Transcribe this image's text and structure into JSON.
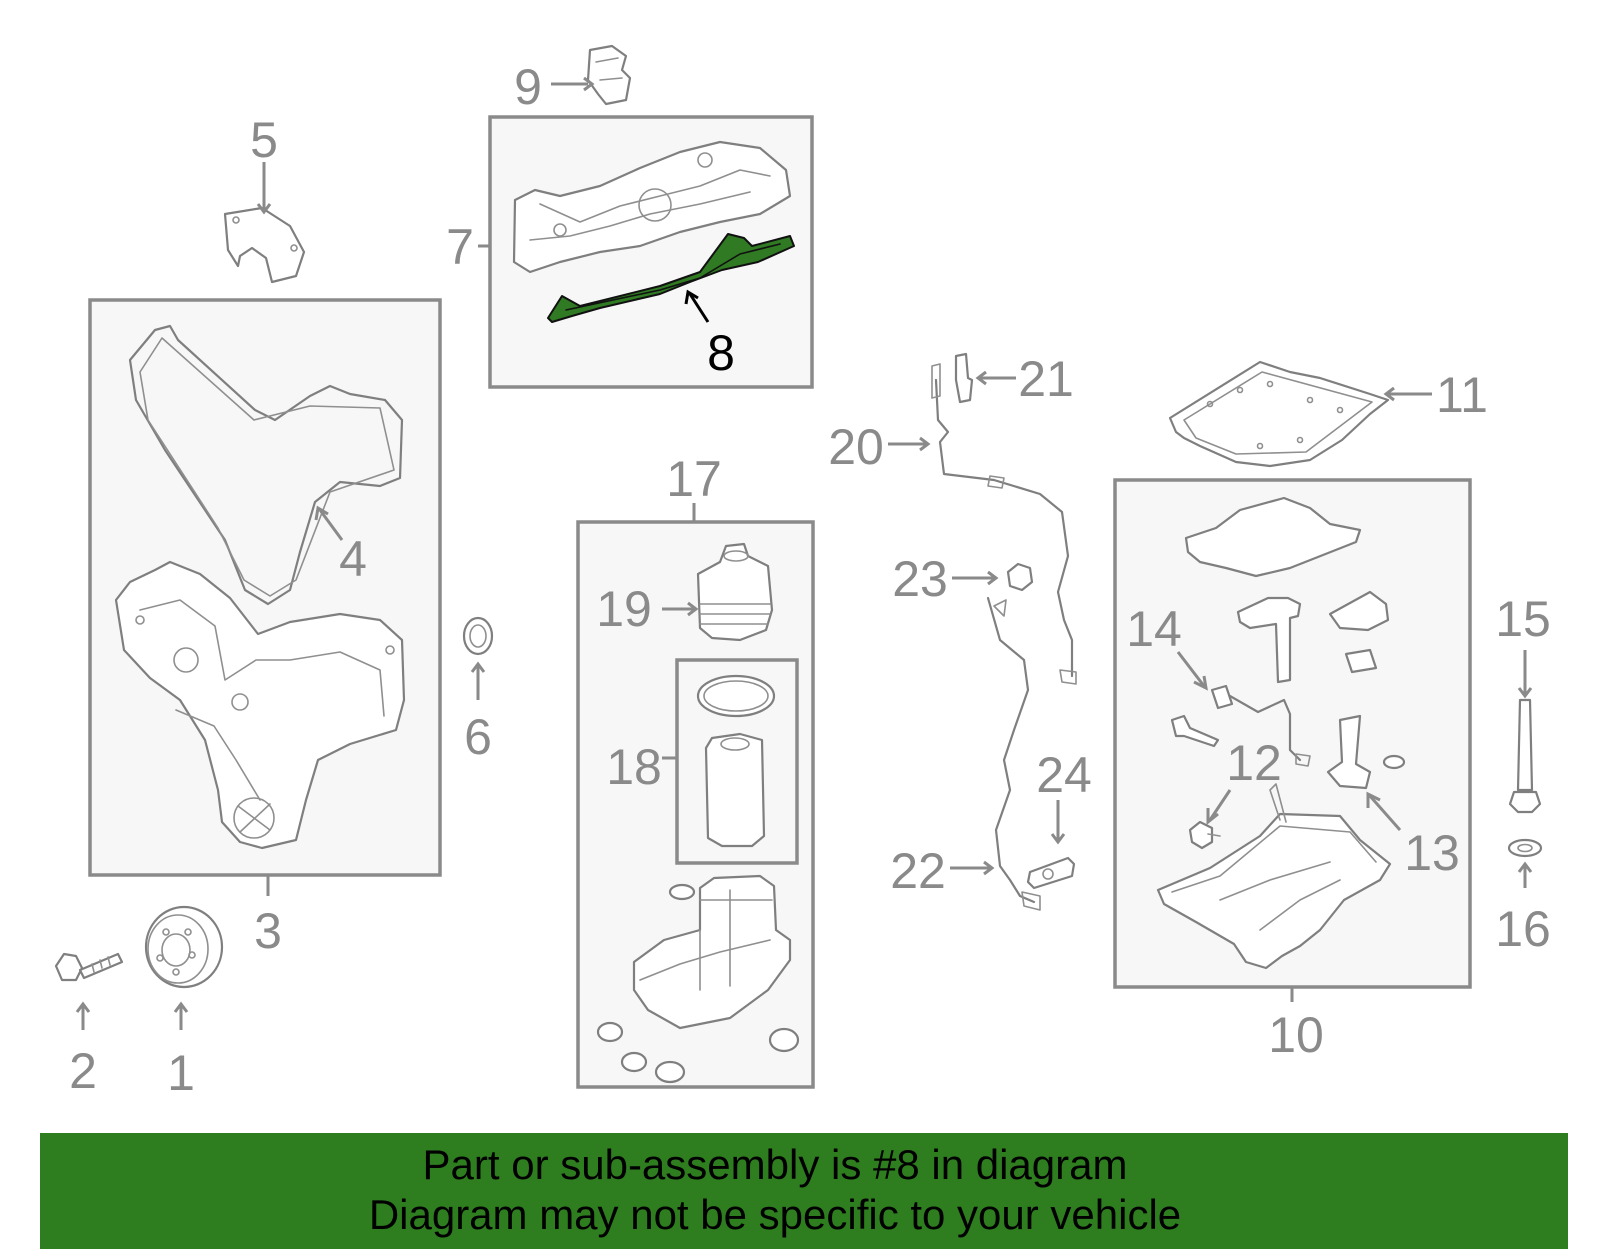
{
  "callouts": {
    "c1": "1",
    "c2": "2",
    "c3": "3",
    "c4": "4",
    "c5": "5",
    "c6": "6",
    "c7": "7",
    "c8": "8",
    "c9": "9",
    "c10": "10",
    "c11": "11",
    "c12": "12",
    "c13": "13",
    "c14": "14",
    "c15": "15",
    "c16": "16",
    "c17": "17",
    "c18": "18",
    "c19": "19",
    "c20": "20",
    "c21": "21",
    "c22": "22",
    "c23": "23",
    "c24": "24"
  },
  "highlighted_part": "8",
  "colors": {
    "highlight": "#2f7a22",
    "banner": "#2e7d1f",
    "line_gray": "#8a8a8a"
  },
  "banner": {
    "line1": "Part or sub-assembly is #8 in diagram",
    "line2": "Diagram may not be specific to your vehicle"
  }
}
